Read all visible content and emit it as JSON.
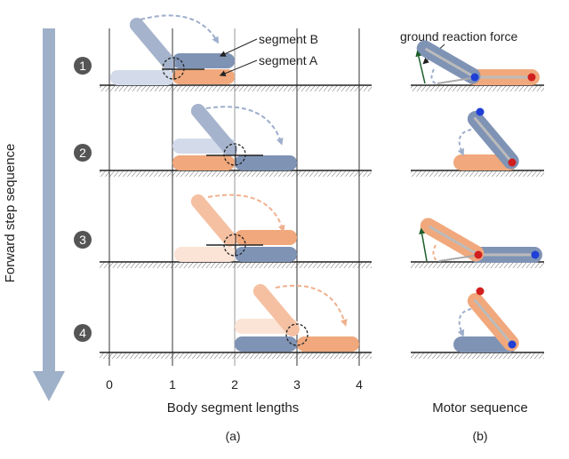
{
  "labels": {
    "segment_b": "segment B",
    "segment_a": "segment A",
    "ground_reaction_force": "ground reaction force",
    "sequence_axis": "Forward step sequence",
    "x_axis": "Body segment lengths",
    "motor_axis": "Motor sequence",
    "panel_a": "(a)",
    "panel_b": "(b)"
  },
  "ticks": [
    "0",
    "1",
    "2",
    "3",
    "4"
  ],
  "steps": [
    "1",
    "2",
    "3",
    "4"
  ],
  "colors": {
    "segment_a": "#f0a87c",
    "segment_b": "#7f93b5",
    "segment_a_faded": "#f9dccc",
    "segment_b_faded": "#d3dbea",
    "arrow_a": "#f0b08e",
    "arrow_b": "#9eaecb",
    "grid": "#333333",
    "step_badge": "#555555",
    "sequence_arrow": "#9fb0c9",
    "motor_blue": "#1f3fd6",
    "motor_red": "#d11f1f",
    "force": "#1c5e2a"
  }
}
